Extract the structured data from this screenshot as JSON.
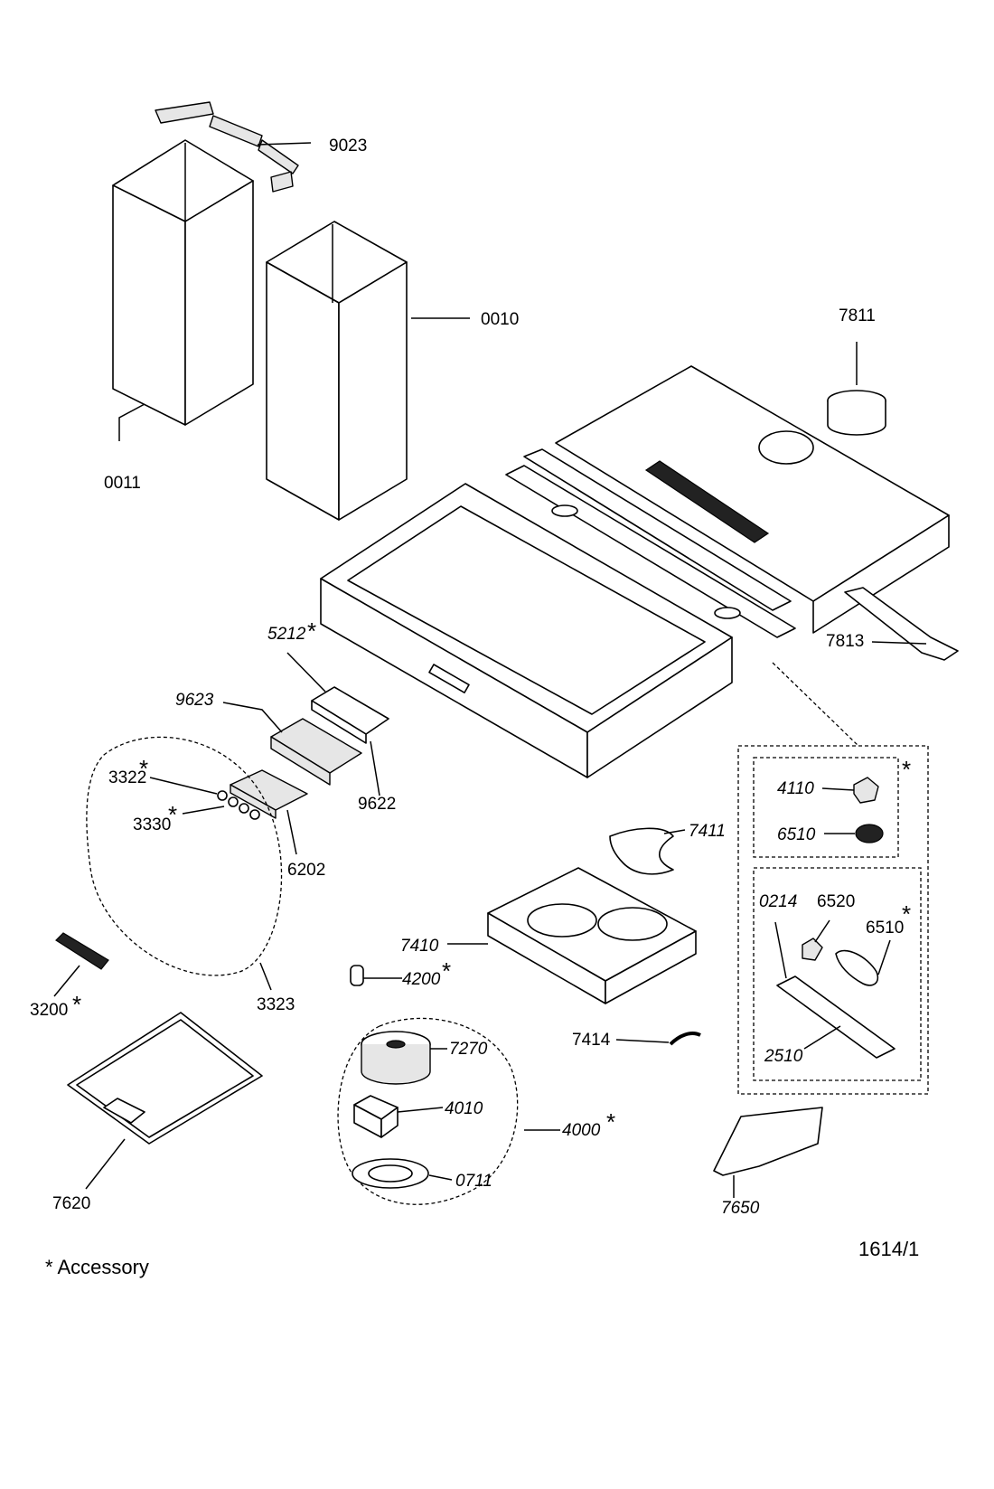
{
  "labels": {
    "p9023": "9023",
    "p0010": "0010",
    "p0011": "0011",
    "p7811": "7811",
    "p7813": "7813",
    "p5212": "5212",
    "p9623": "9623",
    "p9622": "9622",
    "p3322": "3322",
    "p3330": "3330",
    "p6202": "6202",
    "p3323": "3323",
    "p3200": "3200",
    "p7620": "7620",
    "p4110": "4110",
    "p6510a": "6510",
    "p0214": "0214",
    "p6520": "6520",
    "p6510b": "6510",
    "p2510": "2510",
    "p7411": "7411",
    "p7410": "7410",
    "p4200": "4200",
    "p7414": "7414",
    "p7270": "7270",
    "p4010": "4010",
    "p4000": "4000",
    "p0711": "0711",
    "p7650": "7650"
  },
  "asterisk": "*",
  "footer": {
    "legend": "* Accessory",
    "diagram_code": "1614/1"
  }
}
